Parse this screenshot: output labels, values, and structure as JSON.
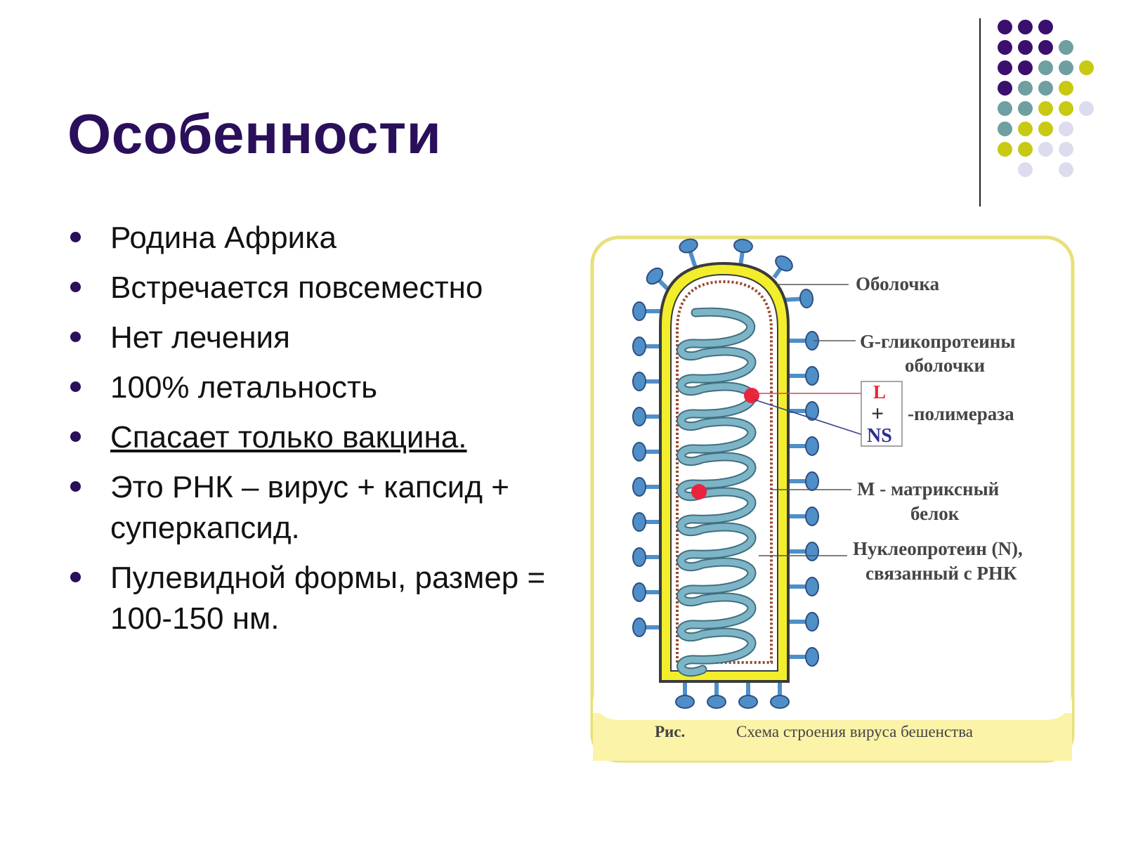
{
  "slide": {
    "title": "Особенности",
    "bullets": [
      {
        "text": "Родина Африка",
        "underline": false
      },
      {
        "text": "Встречается повсеместно",
        "underline": false
      },
      {
        "text": "Нет лечения",
        "underline": false
      },
      {
        "text": "100% летальность",
        "underline": false
      },
      {
        "text": "Спасает только вакцина.",
        "underline": true
      },
      {
        "text": " Это РНК – вирус + капсид + суперкапсид.",
        "underline": false
      },
      {
        "text": " Пулевидной формы, размер = 100-150 нм.",
        "underline": false
      }
    ]
  },
  "decor": {
    "colors": {
      "purple": "#3b0f6e",
      "teal": "#6f9fa0",
      "olive": "#c7c913",
      "lilac": "#dcdcee"
    }
  },
  "figure": {
    "labels": {
      "envelope": "Оболочка",
      "glycoproteins_1": "G-гликопротеины",
      "glycoproteins_2": "оболочки",
      "L": "L",
      "plus": "+",
      "NS": "NS",
      "polymerase": "-полимераза",
      "matrix_1": "М - матриксный",
      "matrix_2": "белок",
      "nucleoprotein_1": "Нуклеопротеин (N),",
      "nucleoprotein_2": "связанный с РНК"
    },
    "caption_prefix": "Рис.",
    "caption": "Схема строения вируса бешенства",
    "colors": {
      "frame_border": "#e8e07a",
      "caption_bg": "#fbf3a8",
      "envelope_yellow": "#f2ee2c",
      "envelope_outline": "#3b3b3b",
      "spike_blue": "#4f8fc9",
      "coil_blue": "#7db5c7",
      "matrix_brown": "#9a4a2e",
      "polymerase_red": "#e8253c",
      "ns_blue": "#2c2f8f"
    }
  }
}
